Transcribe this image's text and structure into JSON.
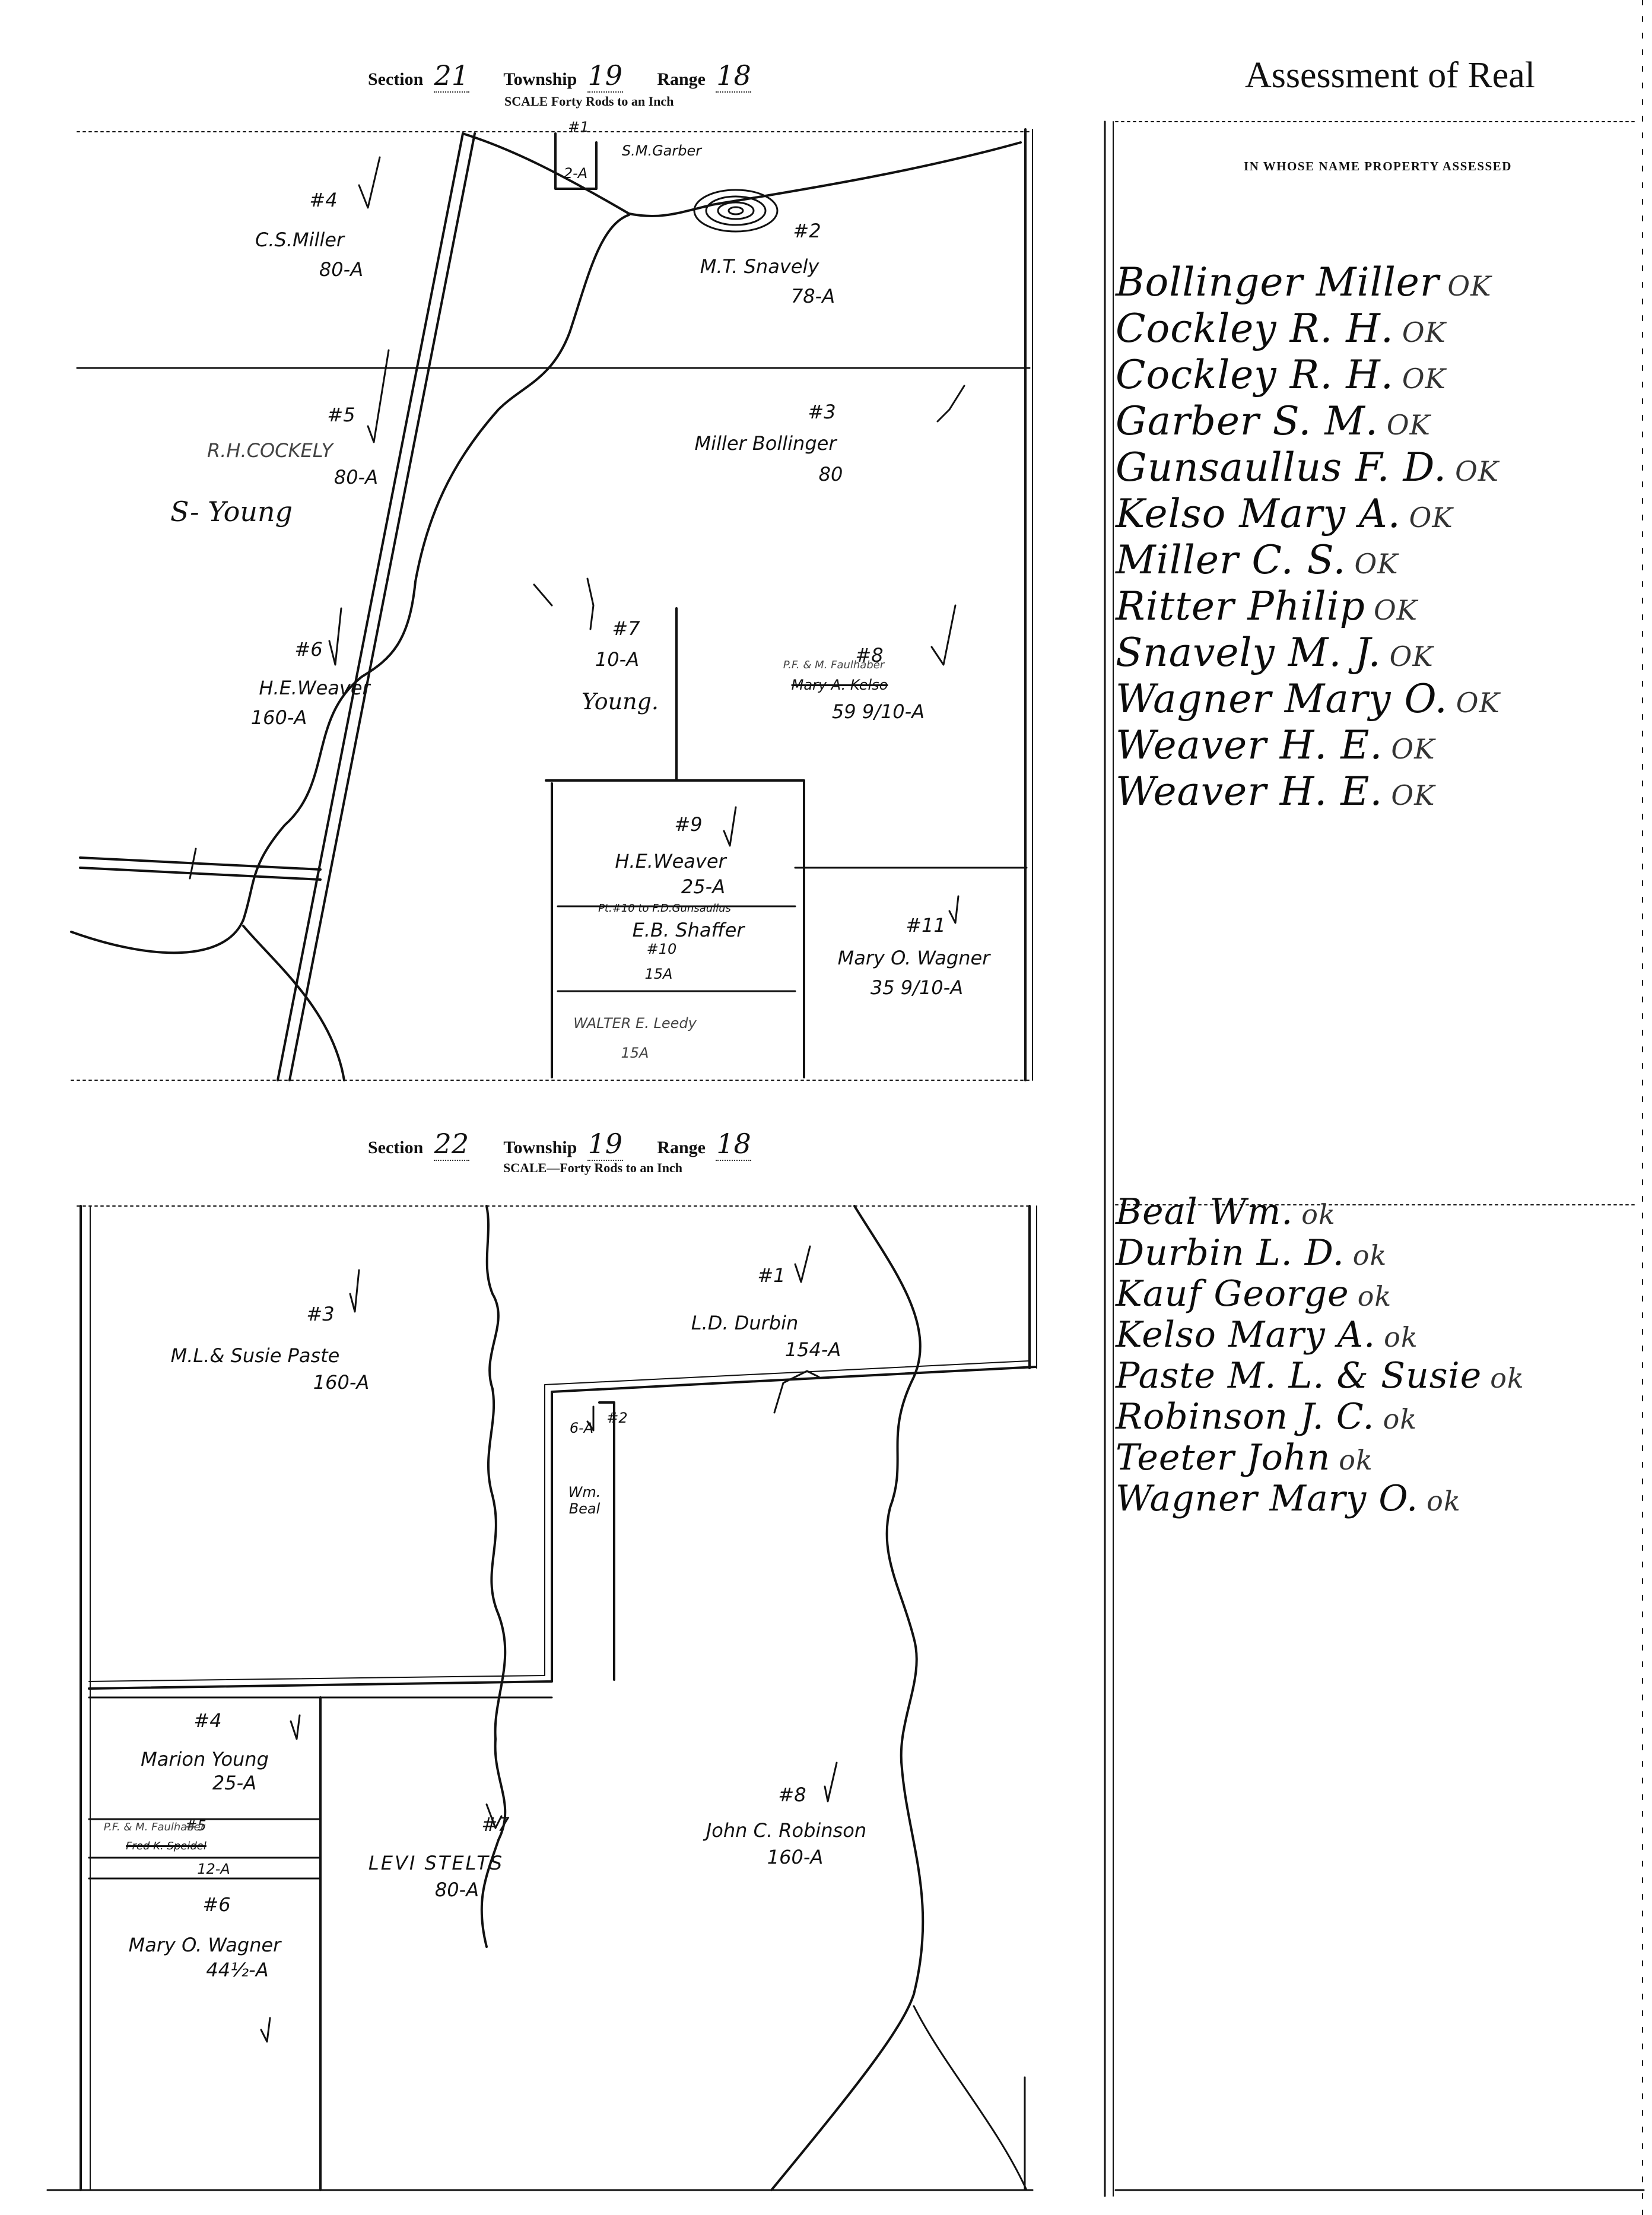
{
  "map_top": {
    "header": {
      "section_label": "Section",
      "section_value": "21",
      "township_label": "Township",
      "township_value": "19",
      "range_label": "Range",
      "range_value": "18",
      "scale": "SCALE Forty Rods to an Inch"
    },
    "parcels": [
      {
        "num": "#1",
        "owner": "S.M.Garber",
        "area": "2-A"
      },
      {
        "num": "#2",
        "owner": "M.T. Snavely",
        "area": "78-A"
      },
      {
        "num": "#3",
        "owner": "Miller Bollinger",
        "area": "80"
      },
      {
        "num": "#4",
        "owner": "C.S.Miller",
        "area": "80-A"
      },
      {
        "num": "#5",
        "owner": "R.H.COCKELY",
        "area": "80-A",
        "note": "S- Young"
      },
      {
        "num": "#6",
        "owner": "H.E.Weaver",
        "area": "160-A"
      },
      {
        "num": "#7",
        "owner": "",
        "area": "10-A",
        "note": "Young."
      },
      {
        "num": "#8",
        "owner": "P.F. & M. Faulhaber",
        "struck_owner": "Mary A. Kelso",
        "area": "59 9/10-A"
      },
      {
        "num": "#9",
        "owner": "H.E.Weaver",
        "area": "25-A",
        "note": "Pt.#10 to F.D.Gunsaullus"
      },
      {
        "num": "#10",
        "owner": "E.B. Shaffer",
        "area": "15A",
        "note": "WALTER E. Leedy",
        "note_area": "15A"
      },
      {
        "num": "#11",
        "owner": "Mary O. Wagner",
        "area": "35 9/10-A"
      }
    ]
  },
  "map_bottom": {
    "header": {
      "section_label": "Section",
      "section_value": "22",
      "township_label": "Township",
      "township_value": "19",
      "range_label": "Range",
      "range_value": "18",
      "scale": "SCALE—Forty Rods to an Inch"
    },
    "parcels": [
      {
        "num": "#1",
        "owner": "L.D. Durbin",
        "area": "154-A"
      },
      {
        "num": "#2",
        "owner": "Wm. Beal",
        "area": "6-A"
      },
      {
        "num": "#3",
        "owner": "M.L.& Susie Paste",
        "area": "160-A"
      },
      {
        "num": "#4",
        "owner": "Marion Young",
        "area": "25-A"
      },
      {
        "num": "#5",
        "owner": "P.F. & M. Faulhaber",
        "struck_owner": "Fred K. Speidel",
        "area": "12-A"
      },
      {
        "num": "#6",
        "owner": "Mary O. Wagner",
        "area": "44½-A"
      },
      {
        "num": "#7",
        "owner": "LEVI STELTS",
        "area": "80-A"
      },
      {
        "num": "#8",
        "owner": "John C. Robinson",
        "area": "160-A"
      }
    ]
  },
  "assessment": {
    "title": "Assessment of Real",
    "column_header": "IN WHOSE NAME PROPERTY ASSESSED",
    "names_section_21": [
      {
        "name": "Bollinger Miller",
        "mark": "OK"
      },
      {
        "name": "Cockley R. H.",
        "mark": "OK"
      },
      {
        "name": "Cockley R. H.",
        "mark": "OK"
      },
      {
        "name": "Garber S. M.",
        "mark": "OK"
      },
      {
        "name": "Gunsaullus F. D.",
        "mark": "OK"
      },
      {
        "name": "Kelso Mary A.",
        "mark": "OK"
      },
      {
        "name": "Miller C. S.",
        "mark": "OK"
      },
      {
        "name": "Ritter Philip",
        "mark": "OK"
      },
      {
        "name": "Snavely M. J.",
        "mark": "OK"
      },
      {
        "name": "Wagner Mary O.",
        "mark": "OK"
      },
      {
        "name": "Weaver H. E.",
        "mark": "OK"
      },
      {
        "name": "Weaver H. E.",
        "mark": "OK"
      }
    ],
    "names_section_22": [
      {
        "name": "Beal Wm.",
        "mark": "ok"
      },
      {
        "name": "Durbin L. D.",
        "mark": "ok"
      },
      {
        "name": "Kauf George",
        "mark": "ok"
      },
      {
        "name": "Kelso Mary A.",
        "mark": "ok"
      },
      {
        "name": "Paste M. L. & Susie",
        "mark": "ok"
      },
      {
        "name": "Robinson J. C.",
        "mark": "ok"
      },
      {
        "name": "Teeter John",
        "mark": "ok"
      },
      {
        "name": "Wagner Mary O.",
        "mark": "ok"
      }
    ]
  },
  "colors": {
    "ink": "#111111",
    "paper": "#ffffff",
    "pencil": "#444444"
  }
}
